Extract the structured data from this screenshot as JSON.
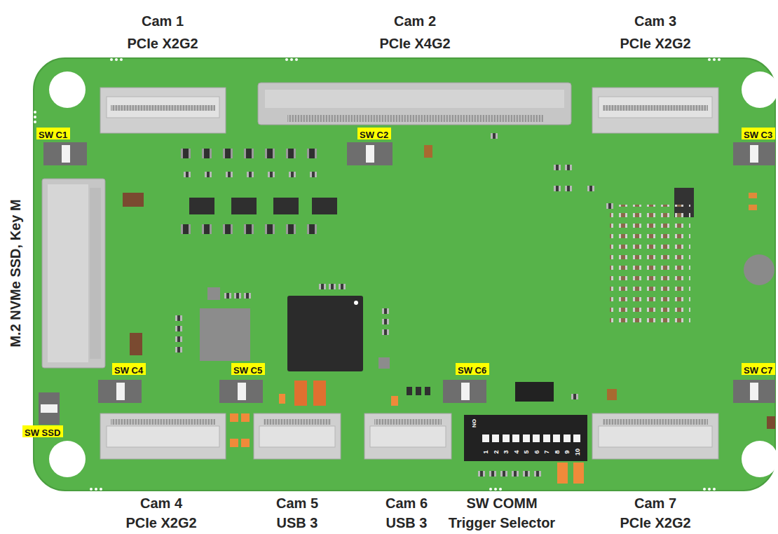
{
  "diagram": {
    "nodes": [
      {
        "text": [
          "SW C1"
        ]
      },
      {
        "text": [
          "SW C2"
        ]
      },
      {
        "text": [
          "SW C3"
        ]
      },
      {
        "text": [
          "SW C4"
        ]
      },
      {
        "text": [
          "SW C5"
        ]
      },
      {
        "text": [
          "SW C6"
        ]
      },
      {
        "text": [
          "SW C7"
        ]
      },
      {
        "text": [
          "SW SSD"
        ]
      }
    ],
    "labels": [
      "Cam 1",
      "PCIe X2G2",
      "Cam 2",
      "PCIe X4G2",
      "Cam 3",
      "PCIe X2G2",
      "M.2 NVMe SSD, Key M",
      "ON",
      "1",
      "2",
      "3",
      "4",
      "5",
      "6",
      "7",
      "8",
      "9",
      "10",
      "Cam 4",
      "PCIe X2G2",
      "Cam 5",
      "USB 3",
      "Cam 6",
      "USB 3",
      "SW COMM",
      "Trigger Selector",
      "Cam 7",
      "PCIe X2G2"
    ]
  }
}
